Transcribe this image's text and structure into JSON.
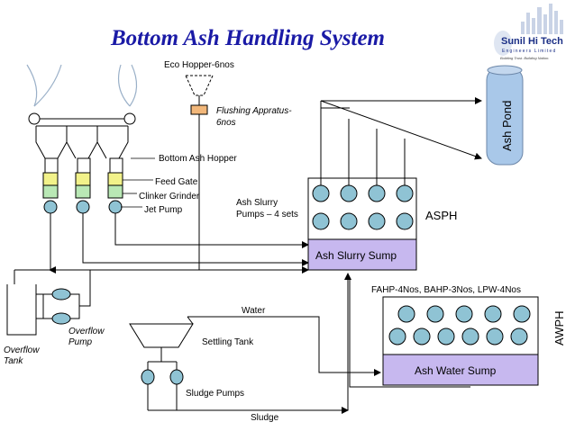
{
  "title": "Bottom Ash Handling System",
  "logo": {
    "name": "Sunil Hi Tech",
    "line2": "Engineers Limited",
    "tagline": "Building Trust. Building Nation."
  },
  "labels": {
    "eco_hopper": "Eco Hopper-6nos",
    "flushing_line1": "Flushing Appratus-",
    "flushing_line2": "6nos",
    "bottom_ash_hopper": "Bottom Ash Hopper",
    "feed_gate": "Feed Gate",
    "clinker_grinder": "Clinker Grinder",
    "jet_pump": "Jet Pump",
    "slurry_pumps_line1": "Ash Slurry",
    "slurry_pumps_line2": "Pumps – 4 sets",
    "asph": "ASPH",
    "ash_slurry_sump": "Ash Slurry Sump",
    "ash_pond": "Ash Pond",
    "pump_counts": "FAHP-4Nos, BAHP-3Nos, LPW-4Nos",
    "awph": "AWPH",
    "ash_water_sump": "Ash Water Sump",
    "water": "Water",
    "settling_tank": "Settling Tank",
    "overflow_pump_line1": "Overflow",
    "overflow_pump_line2": "Pump",
    "overflow_tank_line1": "Overflow",
    "overflow_tank_line2": "Tank",
    "sludge_pumps": "Sludge Pumps",
    "sludge": "Sludge"
  },
  "colors": {
    "title": "#1a1aa6",
    "pump_fill": "#8fc3d4",
    "sump_fill": "#c7b8ef",
    "pond_fill": "#a9c8e9",
    "feed_gate_fill": "#f2f28a",
    "grinder_fill": "#b9e8b5",
    "flushing_fill": "#f2b77a"
  }
}
